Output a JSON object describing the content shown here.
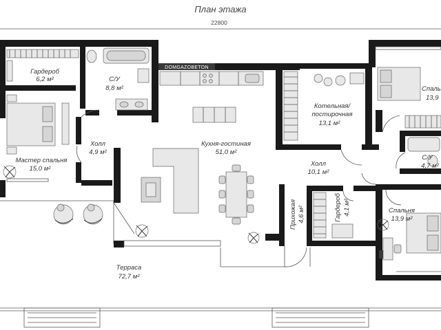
{
  "plan_title": "План этажа",
  "overall_dimension": "22800",
  "brand_label": "DOMGAZOBETON",
  "rooms": [
    {
      "id": "wardrobe-master",
      "name": "Гардероб",
      "area": "6,2 м²"
    },
    {
      "id": "bath-1",
      "name": "С/У",
      "area": "8,8 м²"
    },
    {
      "id": "master-bedroom",
      "name": "Мастер спальня",
      "area": "15,0 м²"
    },
    {
      "id": "hall-1",
      "name": "Холл",
      "area": "4,9 м²"
    },
    {
      "id": "kitchen-living",
      "name": "Кухня-гостиная",
      "area": "51,0 м²"
    },
    {
      "id": "boiler-laundry",
      "name": "Котельная/ постирочная",
      "area": "13,1 м²"
    },
    {
      "id": "bedroom-top-right",
      "name": "Спальня",
      "area": "13,9"
    },
    {
      "id": "bath-2",
      "name": "С/У",
      "area": "4,7 м²"
    },
    {
      "id": "hall-2",
      "name": "Холл",
      "area": "10,1 м²"
    },
    {
      "id": "entrance",
      "name": "Прихожая",
      "area": "4,6 м²"
    },
    {
      "id": "wardrobe-2",
      "name": "Гардероб",
      "area": "4,1 м²"
    },
    {
      "id": "bedroom-bottom-right",
      "name": "Спальня",
      "area": "13,9 м²"
    },
    {
      "id": "terrace",
      "name": "Терраса",
      "area": "72,7 м²"
    }
  ]
}
